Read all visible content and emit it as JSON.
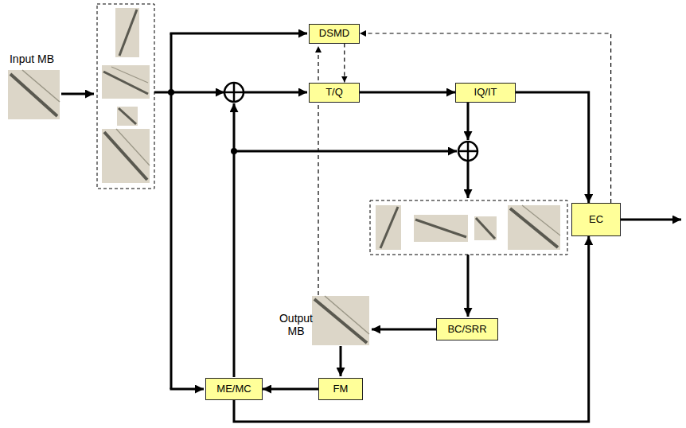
{
  "diagram": {
    "nodes": [
      {
        "text": [
          "DSMD"
        ]
      },
      {
        "text": [
          "T/Q"
        ]
      },
      {
        "text": [
          "IQ/IT"
        ]
      },
      {
        "text": [
          "EC"
        ]
      },
      {
        "text": [
          "BC/SRR"
        ]
      },
      {
        "text": [
          "ME/MC"
        ]
      },
      {
        "text": [
          "FM"
        ]
      }
    ],
    "edges": [
      {
        "from": 1,
        "to": 2,
        "arrow": "to"
      },
      {
        "from": 2,
        "to": 3,
        "arrow": "to"
      },
      {
        "from": 6,
        "to": 5,
        "arrow": "to"
      },
      {
        "from": 5,
        "to": 3,
        "arrow": "to"
      },
      {
        "from": 3,
        "to": 0,
        "arrow": "to"
      },
      {
        "from": 0,
        "to": 1,
        "arrow": "to"
      }
    ],
    "labels": [
      "Input MB",
      "Output MB"
    ]
  }
}
